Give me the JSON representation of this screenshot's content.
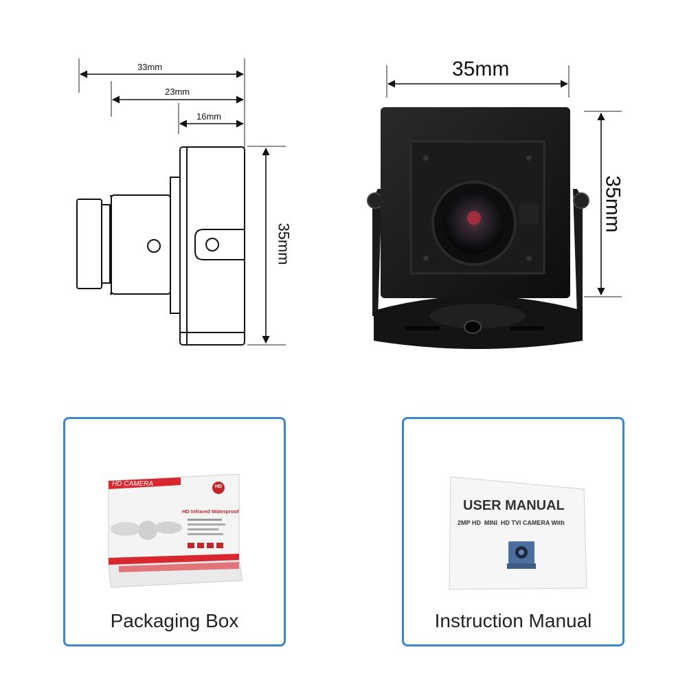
{
  "drawing": {
    "dim_33": "33mm",
    "dim_23": "23mm",
    "dim_16": "16mm",
    "dim_height": "35mm"
  },
  "photo": {
    "dim_width": "35mm",
    "dim_height": "35mm"
  },
  "cards": {
    "packaging": {
      "caption": "Packaging Box",
      "box_brand": "HD CAMERA",
      "box_badge": "HD",
      "box_subtitle": "HD Infrared Waterproof"
    },
    "manual": {
      "caption": "Instruction Manual",
      "title": "USER MANUAL",
      "subtitle": "2MP HD  MINI  HD TVI CAMERA With"
    }
  },
  "colors": {
    "card_border": "#3a86c8",
    "box_red": "#d8282f"
  }
}
